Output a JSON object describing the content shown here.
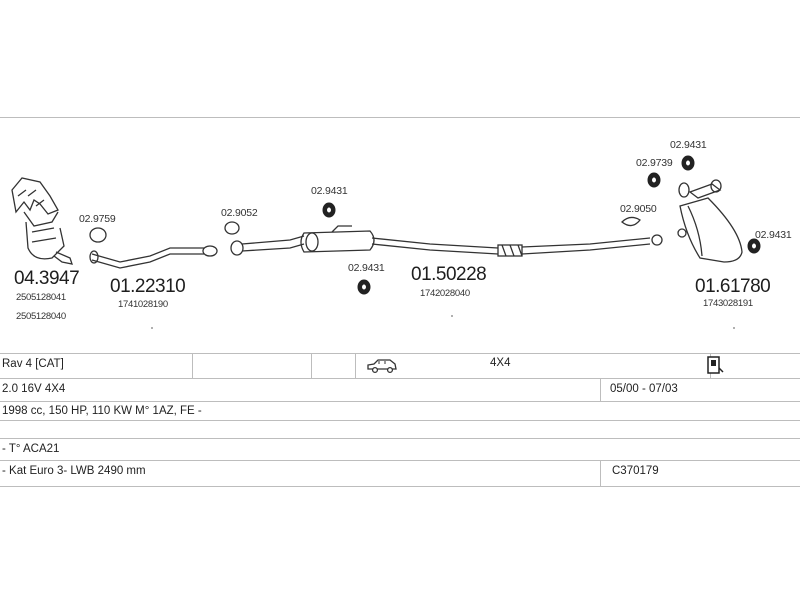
{
  "parts": {
    "manifold": {
      "code": "04.3947",
      "refs": [
        "2505128041",
        "2505128040"
      ]
    },
    "front_pipe": {
      "code": "01.22310",
      "ref": "1741028190"
    },
    "center_silencer": {
      "code": "01.50228",
      "ref": "1742028040"
    },
    "rear_silencer": {
      "code": "01.61780",
      "ref": "1743028191"
    }
  },
  "small_parts": {
    "gasket_front": "02.9759",
    "gasket_joint": "02.9052",
    "hanger_center_top": "02.9431",
    "hanger_center_bottom": "02.9431",
    "clamp_rear": "02.9050",
    "hanger_rear_mid": "02.9739",
    "hanger_rear_top": "02.9431",
    "hanger_rear_right": "02.9431"
  },
  "table": {
    "model": "Rav 4  [CAT]",
    "drive": "4X4",
    "engine": "2.0 16V 4X4",
    "years": "05/00 - 07/03",
    "specs": "1998 cc, 150 HP, 110 KW M° 1AZ, FE -",
    "type": "- T° ACA21",
    "extra": "- Kat Euro 3- LWB 2490 mm",
    "catalog_no": "C370179"
  },
  "icons": {
    "vehicle": "car-side-icon",
    "note": "document-note-icon"
  }
}
